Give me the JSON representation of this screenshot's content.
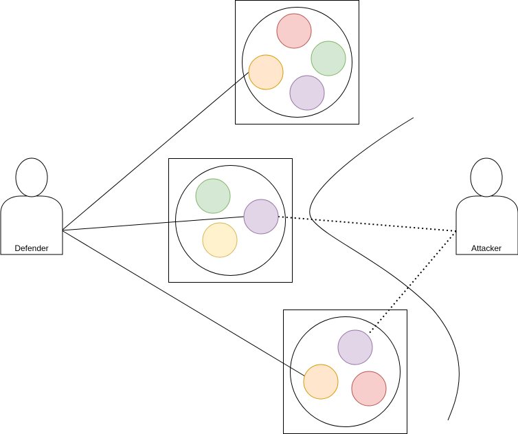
{
  "actors": {
    "defender": {
      "label": "Defender"
    },
    "attacker": {
      "label": "Attacker"
    }
  },
  "groups": [
    {
      "id": "top",
      "nodes": [
        {
          "name": "red",
          "fill": "#f8cecc",
          "stroke": "#b85450"
        },
        {
          "name": "green",
          "fill": "#d5e8d4",
          "stroke": "#82b366"
        },
        {
          "name": "orange",
          "fill": "#ffe6cc",
          "stroke": "#d79b00"
        },
        {
          "name": "purple",
          "fill": "#e1d5e7",
          "stroke": "#9673a6"
        }
      ]
    },
    {
      "id": "middle",
      "nodes": [
        {
          "name": "green",
          "fill": "#d5e8d4",
          "stroke": "#82b366"
        },
        {
          "name": "purple",
          "fill": "#e1d5e7",
          "stroke": "#9673a6"
        },
        {
          "name": "yellow",
          "fill": "#fff2cc",
          "stroke": "#d6b656"
        }
      ]
    },
    {
      "id": "bottom",
      "nodes": [
        {
          "name": "purple",
          "fill": "#e1d5e7",
          "stroke": "#9673a6"
        },
        {
          "name": "orange",
          "fill": "#ffe6cc",
          "stroke": "#d79b00"
        },
        {
          "name": "red",
          "fill": "#f8cecc",
          "stroke": "#b85450"
        }
      ]
    }
  ],
  "connections": [
    {
      "from": "defender",
      "to": "top.orange",
      "style": "solid"
    },
    {
      "from": "defender",
      "to": "middle.purple",
      "style": "solid"
    },
    {
      "from": "defender",
      "to": "bottom.orange",
      "style": "solid"
    },
    {
      "from": "attacker",
      "to": "middle.purple",
      "style": "dotted"
    },
    {
      "from": "attacker",
      "to": "bottom.purple",
      "style": "dotted"
    }
  ]
}
